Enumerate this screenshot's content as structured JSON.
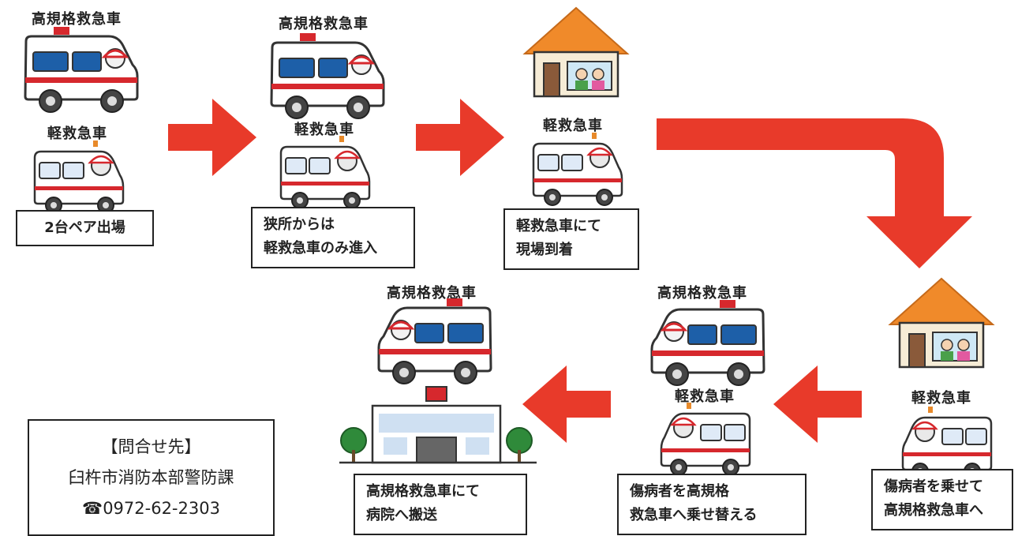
{
  "colors": {
    "arrow": "#e83a2a",
    "ambulance_stripe": "#d6282d",
    "window_blue": "#1d5fa8",
    "house_roof": "#f08a2a"
  },
  "labels": {
    "hs1": "高規格救急車",
    "lt1": "軽救急車",
    "hs2": "高規格救急車",
    "lt2": "軽救急車",
    "lt3": "軽救急車",
    "hs6": "高規格救急車",
    "hs5": "高規格救急車",
    "lt5": "軽救急車",
    "lt4": "軽救急車"
  },
  "steps": {
    "s1": "2台ペア出場",
    "s2": "狭所からは\n軽救急車のみ進入",
    "s3": "軽救急車にて\n現場到着",
    "s4": "傷病者を乗せて\n高規格救急車へ",
    "s5": "傷病者を高規格\n救急車へ乗せ替える",
    "s6": "高規格救急車にて\n病院へ搬送"
  },
  "contact": {
    "title": "【問合せ先】",
    "org": "臼杵市消防本部警防課",
    "phone": "☎0972-62-2303"
  },
  "icons": [
    "ambulance-icon",
    "light-ambulance-icon",
    "house-icon",
    "hospital-icon",
    "arrow-icon"
  ]
}
